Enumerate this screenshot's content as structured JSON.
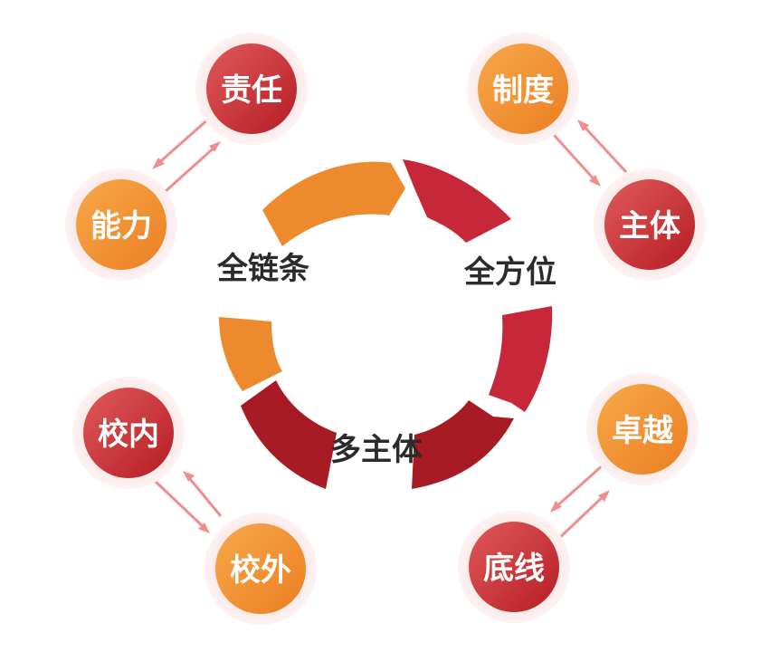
{
  "colors": {
    "orange": "#EE8A2E",
    "orange_light": "#F5A347",
    "red": "#C6283A",
    "red_dark": "#A81B24",
    "arrow": "#EE8E8E",
    "halo": "#FBE4E4"
  },
  "ring": {
    "labels": {
      "top_left": "全链条",
      "right": "全方位",
      "bottom": "多主体"
    }
  },
  "pairs": {
    "top_left": {
      "upper": "责任",
      "lower": "能力"
    },
    "top_right": {
      "upper": "制度",
      "lower": "主体"
    },
    "bottom_left": {
      "upper": "校内",
      "lower": "校外"
    },
    "bottom_right": {
      "upper": "卓越",
      "lower": "底线"
    }
  }
}
